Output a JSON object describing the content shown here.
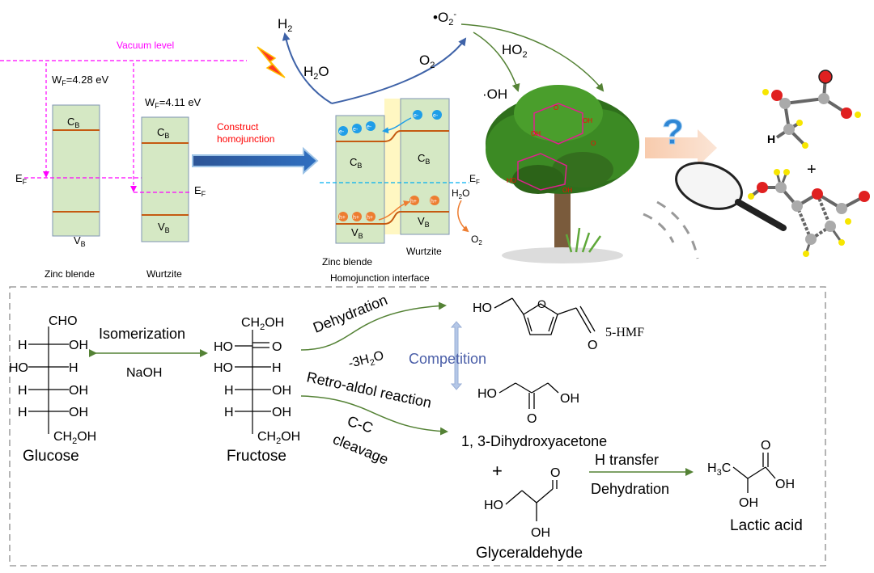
{
  "colors": {
    "band_fill": "#d5e8c4",
    "band_stroke": "#7f95b3",
    "level_line": "#c55a11",
    "vacuum": "#ff00ff",
    "ef_dash": "#00b0f0",
    "electron": "#1f9ee8",
    "hole": "#ed7d31",
    "arrow_blue": "#3f63a8",
    "arrow_green": "#548235",
    "competition": "#4a5ea8",
    "interface": "#fff7c2",
    "red_text": "#ff0000",
    "magenta_mol": "#e0208e",
    "dashed_border": "#8c8c8c"
  },
  "top_panel": {
    "vacuum_label": "Vacuum level",
    "wf_zinc_blende": "WF=4.28 eV",
    "wf_wurtzite": "WF=4.11 eV",
    "ef_label": "EF",
    "ef_label_right": "EF",
    "cb_label": "CB",
    "vb_label": "VB",
    "zinc_blende_label": "Zinc blende",
    "wurtzite_label": "Wurtzite",
    "construct_line1": "Construct",
    "construct_line2": "homojunction",
    "electron_symbol": "e-",
    "hole_symbol": "h+",
    "junction_zinc_label": "Zinc blende",
    "junction_wurtzite_label": "Wurtzite",
    "interface_label": "Homojunction interface",
    "h2": "H2",
    "h2o": "H2O",
    "o2": "O2",
    "superoxide": "•O2-",
    "ho2": "HO2",
    "hydroxyl": "·OH",
    "h2o_small": "H2O",
    "o2_small": "O2"
  },
  "reaction_panel": {
    "cho": "CHO",
    "ch2oh": "CH2OH",
    "ho": "HO",
    "oh": "OH",
    "h": "H",
    "o": "O",
    "glucose": "Glucose",
    "fructose": "Fructose",
    "isomerization": "Isomerization",
    "naoh": "NaOH",
    "dehydration_top": "Dehydration",
    "minus_3h2o": "-3H2O",
    "hmf": "5-HMF",
    "competition": "Competition",
    "retro_aldol": "Retro-aldol reaction",
    "cc": "C-C",
    "cleavage": "cleavage",
    "dha": "1, 3-Dihydroxyacetone",
    "plus": "+",
    "glyceraldehyde": "Glyceraldehyde",
    "h_transfer": "H transfer",
    "dehydration_bottom": "Dehydration",
    "h3c": "H3C",
    "lactic_acid": "Lactic acid"
  },
  "icons": {
    "tree": "tree-icon",
    "lightning": "lightning-icon",
    "question": "question-mark-icon",
    "magnifier": "magnifying-glass-icon"
  }
}
